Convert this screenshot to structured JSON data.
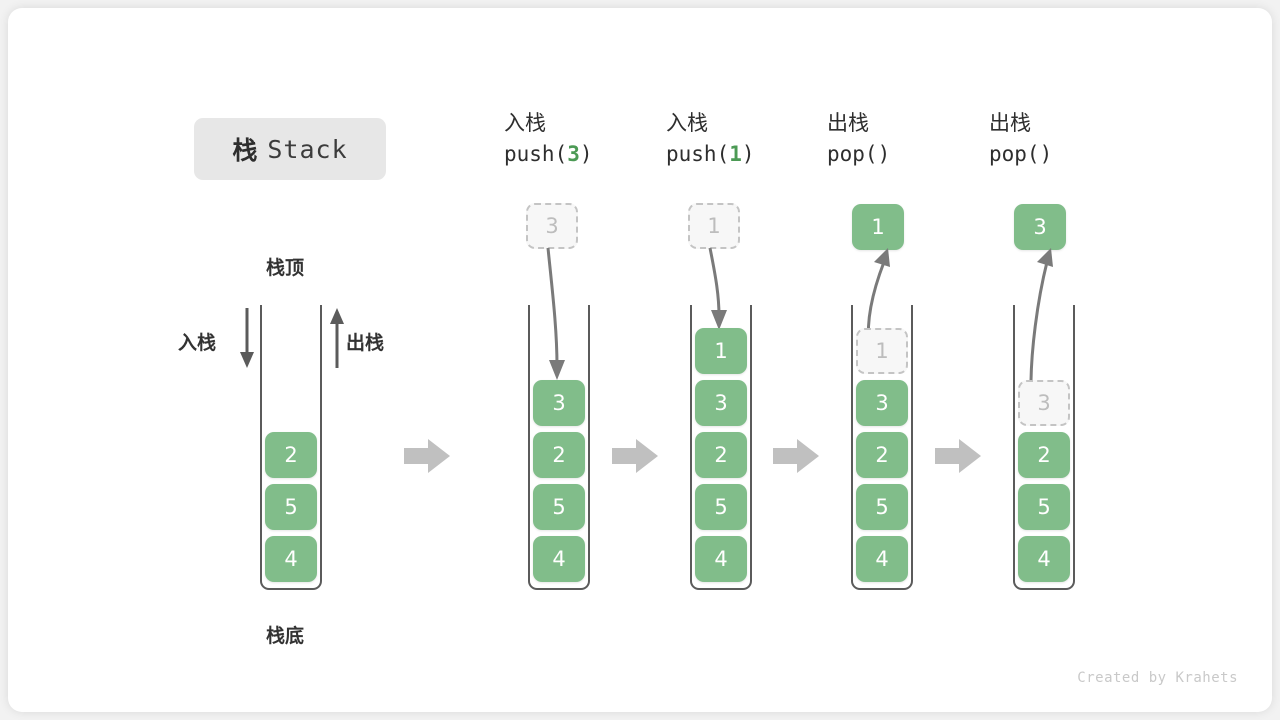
{
  "title": {
    "cn": "栈",
    "en": "Stack"
  },
  "labels": {
    "top": "栈顶",
    "bottom": "栈底",
    "push": "入栈",
    "pop": "出栈"
  },
  "watermark": "Created by Krahets",
  "colors": {
    "box_green": "#81bd8a",
    "box_text": "#ffffff",
    "ghost_border": "#c4c4c4",
    "ghost_text": "#bdbdbd",
    "container_line": "#5b5b5b",
    "flow_arrow": "#c0c0c0",
    "accent_green": "#4c9a55",
    "chip_bg": "#e7e7e7"
  },
  "columns": [
    {
      "id": "initial",
      "head_cn": "",
      "head_code": "",
      "head_arg": "",
      "stack": [
        {
          "value": "2",
          "state": "solid"
        },
        {
          "value": "5",
          "state": "solid"
        },
        {
          "value": "4",
          "state": "solid"
        }
      ],
      "floating": null
    },
    {
      "id": "push-3",
      "head_cn": "入栈",
      "head_code_prefix": "push(",
      "head_arg": "3",
      "head_code_suffix": ")",
      "stack": [
        {
          "value": "3",
          "state": "solid"
        },
        {
          "value": "2",
          "state": "solid"
        },
        {
          "value": "5",
          "state": "solid"
        },
        {
          "value": "4",
          "state": "solid"
        }
      ],
      "floating": {
        "value": "3",
        "state": "ghost",
        "direction": "in"
      }
    },
    {
      "id": "push-1",
      "head_cn": "入栈",
      "head_code_prefix": "push(",
      "head_arg": "1",
      "head_code_suffix": ")",
      "stack": [
        {
          "value": "1",
          "state": "solid"
        },
        {
          "value": "3",
          "state": "solid"
        },
        {
          "value": "2",
          "state": "solid"
        },
        {
          "value": "5",
          "state": "solid"
        },
        {
          "value": "4",
          "state": "solid"
        }
      ],
      "floating": {
        "value": "1",
        "state": "ghost",
        "direction": "in"
      }
    },
    {
      "id": "pop-1",
      "head_cn": "出栈",
      "head_code_prefix": "pop(",
      "head_arg": "",
      "head_code_suffix": ")",
      "stack": [
        {
          "value": "1",
          "state": "ghost"
        },
        {
          "value": "3",
          "state": "solid"
        },
        {
          "value": "2",
          "state": "solid"
        },
        {
          "value": "5",
          "state": "solid"
        },
        {
          "value": "4",
          "state": "solid"
        }
      ],
      "floating": {
        "value": "1",
        "state": "solid",
        "direction": "out"
      }
    },
    {
      "id": "pop-3",
      "head_cn": "出栈",
      "head_code_prefix": "pop(",
      "head_arg": "",
      "head_code_suffix": ")",
      "stack": [
        {
          "value": "3",
          "state": "ghost"
        },
        {
          "value": "2",
          "state": "solid"
        },
        {
          "value": "5",
          "state": "solid"
        },
        {
          "value": "4",
          "state": "solid"
        }
      ],
      "floating": {
        "value": "3",
        "state": "solid",
        "direction": "out"
      }
    }
  ]
}
